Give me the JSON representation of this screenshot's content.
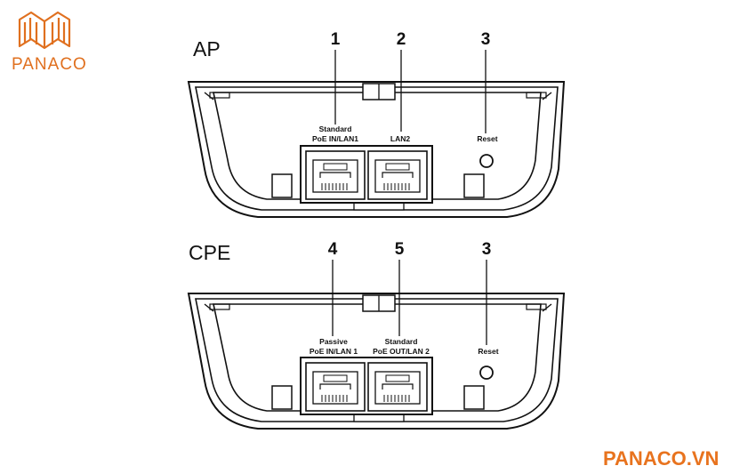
{
  "brand": {
    "logo_text": "PANACO",
    "footer_text": "PANACO.VN",
    "color": "#e0701f"
  },
  "ap": {
    "title": "AP",
    "callouts": [
      "1",
      "2",
      "3"
    ],
    "port_1_label_line1": "Standard",
    "port_1_label_line2": "PoE  IN/LAN1",
    "port_2_label": "LAN2",
    "reset_label": "Reset"
  },
  "cpe": {
    "title": "CPE",
    "callouts": [
      "4",
      "5",
      "3"
    ],
    "port_1_label_line1": "Passive",
    "port_1_label_line2": "PoE IN/LAN 1",
    "port_2_label_line1": "Standard",
    "port_2_label_line2": "PoE OUT/LAN 2",
    "reset_label": "Reset"
  },
  "icons": [
    "book-logo-icon",
    "rj45-port-icon",
    "reset-button-icon"
  ]
}
